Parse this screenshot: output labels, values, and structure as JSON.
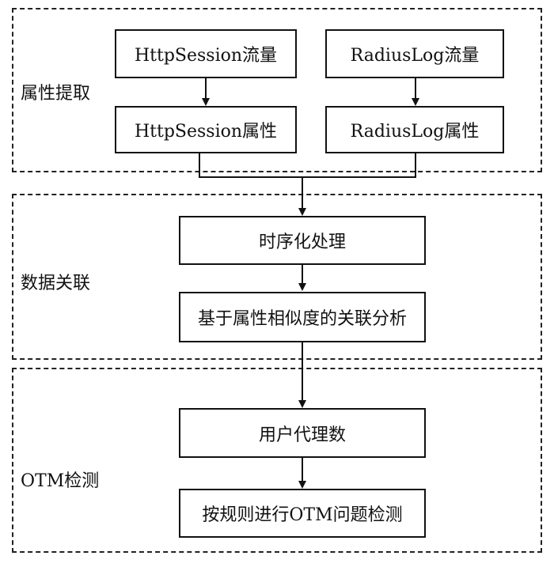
{
  "regions": {
    "extraction": {
      "label": "属性提取"
    },
    "association": {
      "label": "数据关联"
    },
    "detection": {
      "label": "OTM检测"
    }
  },
  "nodes": {
    "http_flow": "HttpSession流量",
    "radius_flow": "RadiusLog流量",
    "http_attr": "HttpSession属性",
    "radius_attr": "RadiusLog属性",
    "timeseries": "时序化处理",
    "similarity": "基于属性相似度的关联分析",
    "user_agent": "用户代理数",
    "otm_detect": "按规则进行OTM问题检测"
  },
  "colors": {
    "stroke": "#111111",
    "background": "#ffffff"
  }
}
